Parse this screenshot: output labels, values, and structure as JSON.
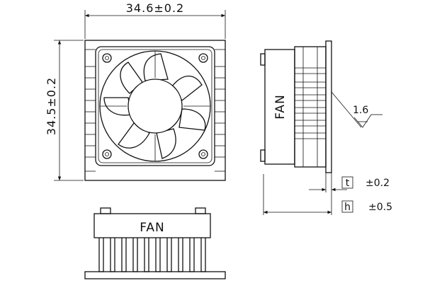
{
  "drawing": {
    "width_dimension": "34.6±0.2",
    "height_dimension": "34.5±0.2",
    "side_label": "FAN",
    "bottom_label": "FAN",
    "surface_roughness": "1.6",
    "tol_t_box": "t",
    "tol_t_value": "±0.2",
    "tol_h_box": "h",
    "tol_h_value": "±0.5"
  }
}
